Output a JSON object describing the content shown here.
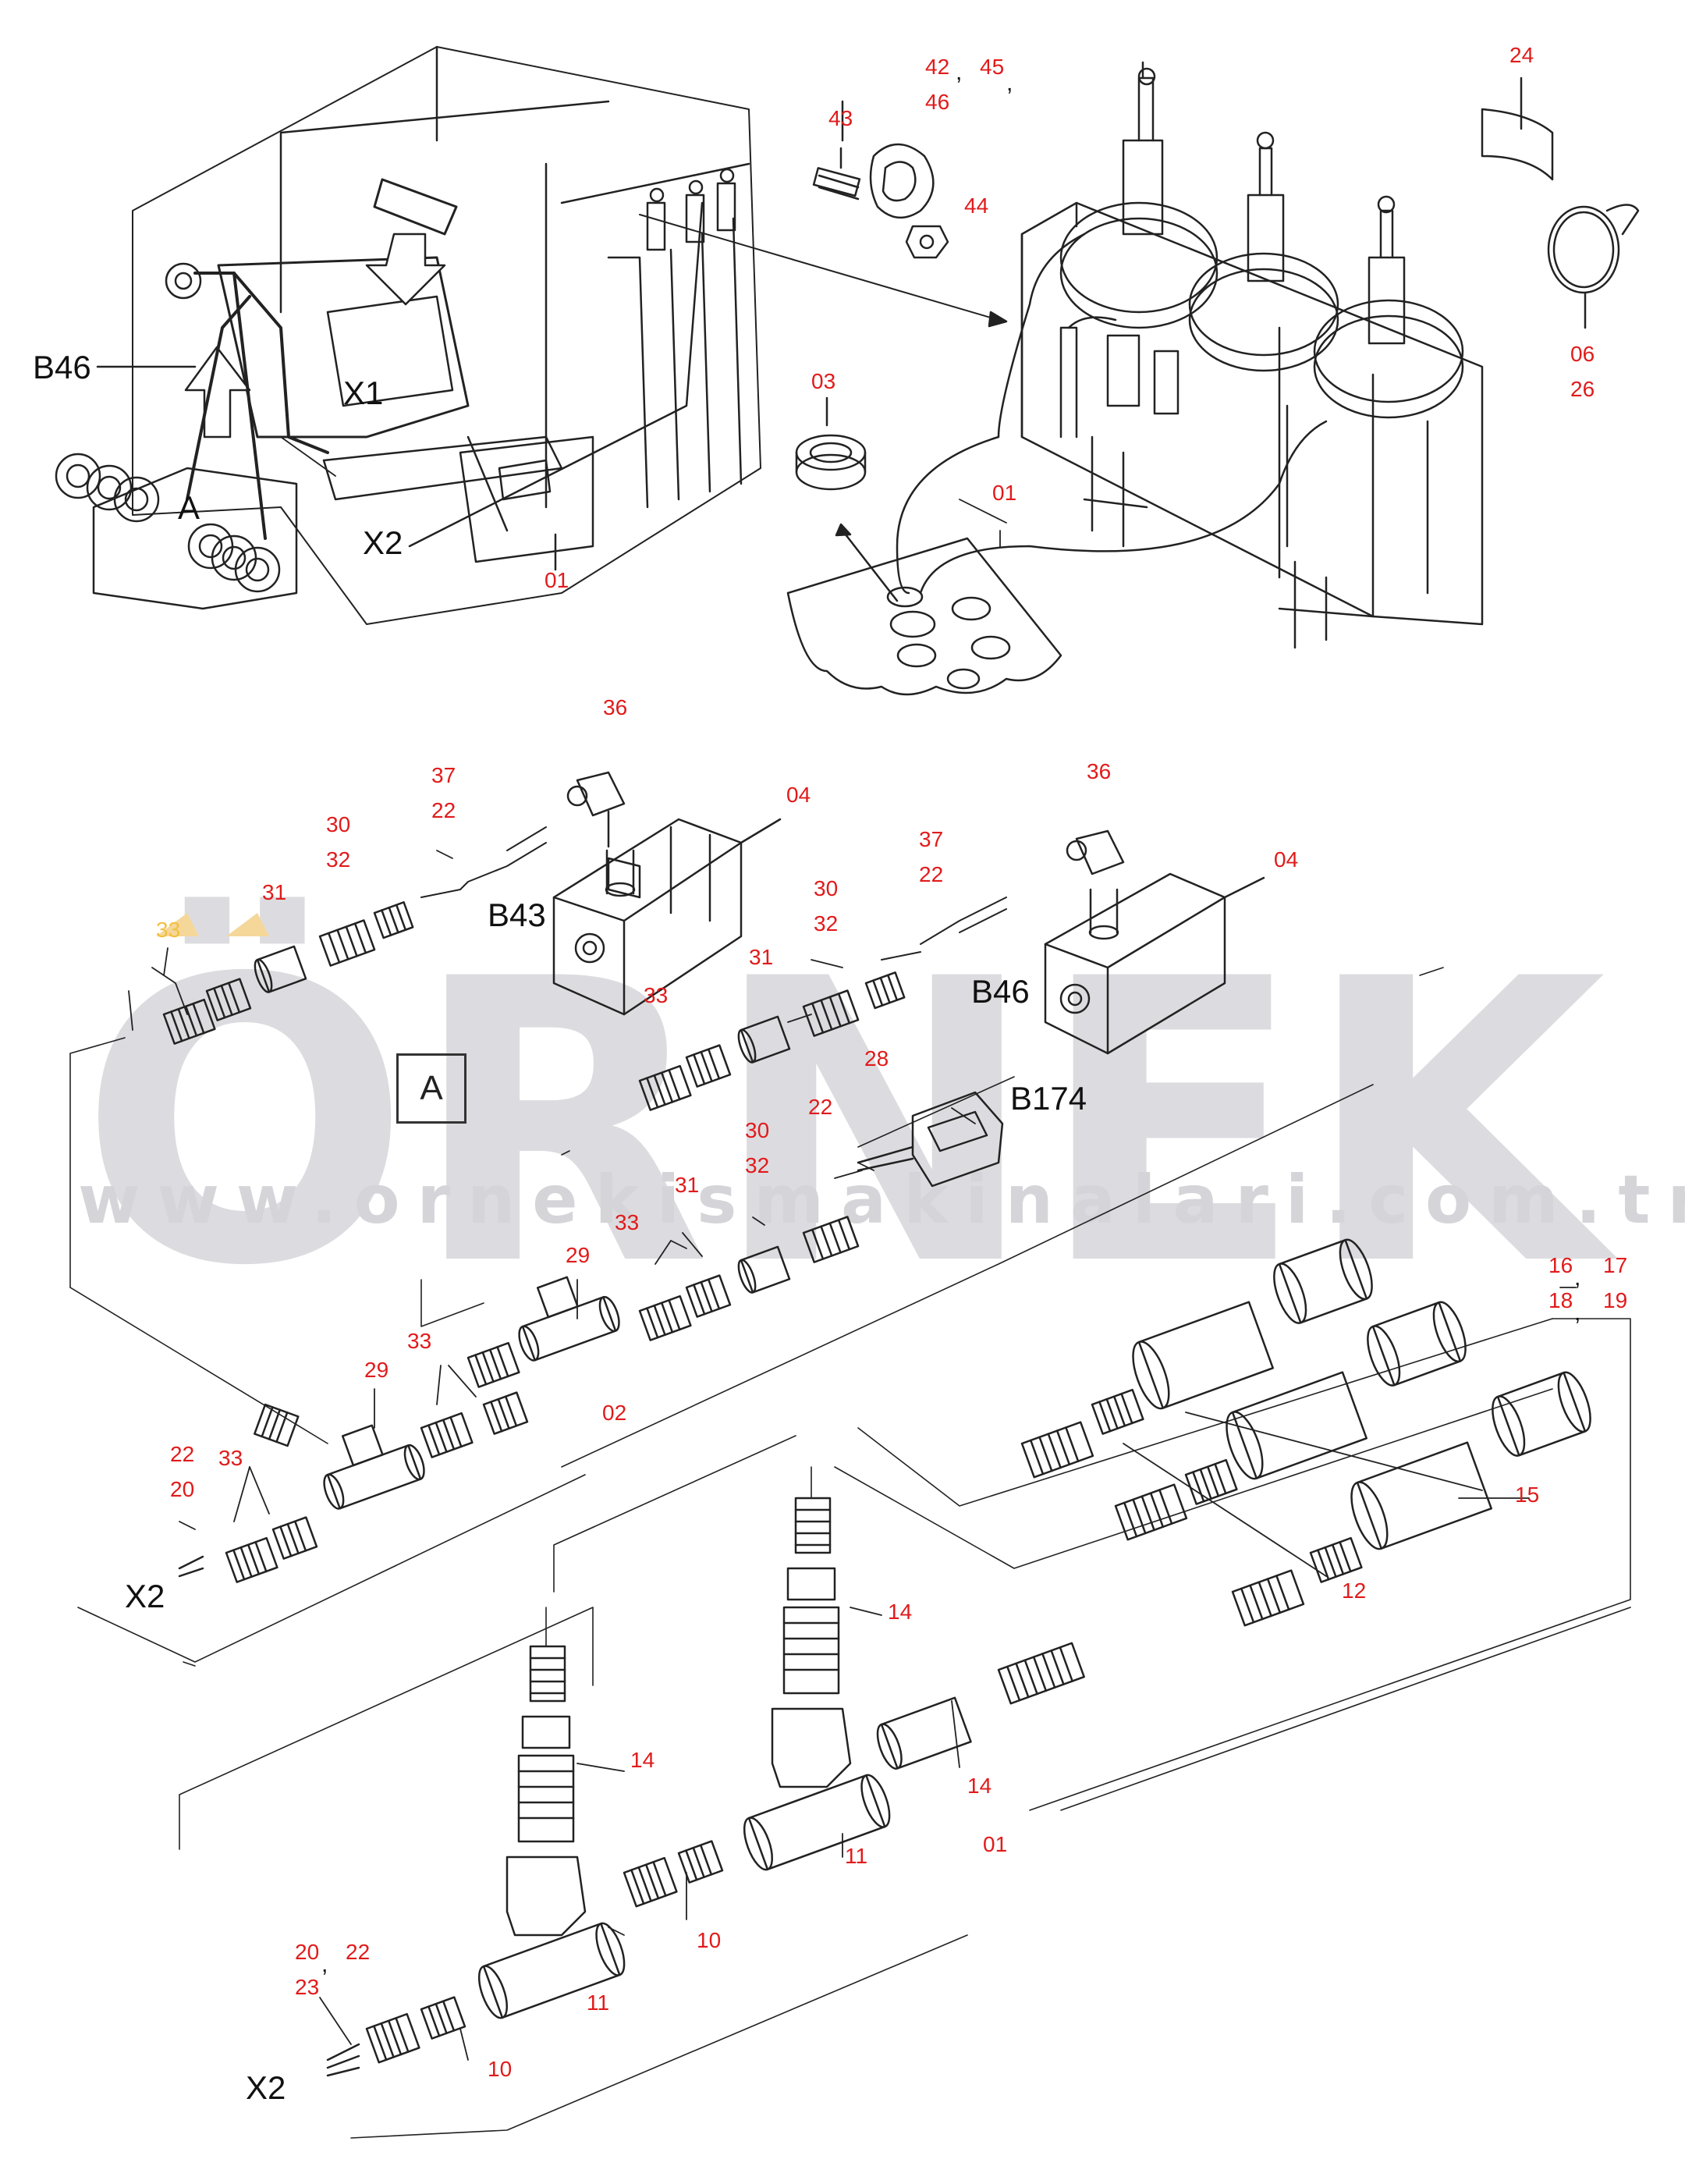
{
  "watermark": {
    "brand": "ÖRNEK",
    "url": "www.ornekismakinalari.com.tr"
  },
  "tags": {
    "b46_top": "B46",
    "x1": "X1",
    "x2_top": "X2",
    "a_top": "A",
    "b43": "B43",
    "b46_mid": "B46",
    "b174": "B174",
    "a_box": "A",
    "x2_mid": "X2",
    "x2_bottom": "X2"
  },
  "labels": {
    "l42": "42",
    "l45": "45",
    "l46": "46",
    "l43": "43",
    "l44": "44",
    "l24": "24",
    "l06": "06",
    "l26": "26",
    "l03": "03",
    "l01_a": "01",
    "l01_b": "01",
    "l36_a": "36",
    "l37_a": "37",
    "l22_a": "22",
    "l04_a": "04",
    "l30_a": "30",
    "l32_a": "32",
    "l31_a": "31",
    "l33_y": "33",
    "l36_b": "36",
    "l04_b": "04",
    "l37_b": "37",
    "l22_b": "22",
    "l30_b": "30",
    "l32_b": "32",
    "l31_b": "31",
    "l33_b": "33",
    "l28": "28",
    "l22_c": "22",
    "l30_c": "30",
    "l32_c": "32",
    "l31_c": "31",
    "l33_c": "33",
    "l29_a": "29",
    "l33_d": "33",
    "l29_b": "29",
    "l02": "02",
    "l22_d": "22",
    "l33_e": "33",
    "l20_a": "20",
    "l16": "16",
    "l17": "17",
    "l18": "18",
    "l19": "19",
    "l15": "15",
    "l12": "12",
    "l14_a": "14",
    "l14_b": "14",
    "l14_c": "14",
    "l01_c": "01",
    "l11_a": "11",
    "l11_b": "11",
    "l10_a": "10",
    "l10_b": "10",
    "l20_b": "20",
    "l22_e": "22",
    "l23": "23"
  }
}
